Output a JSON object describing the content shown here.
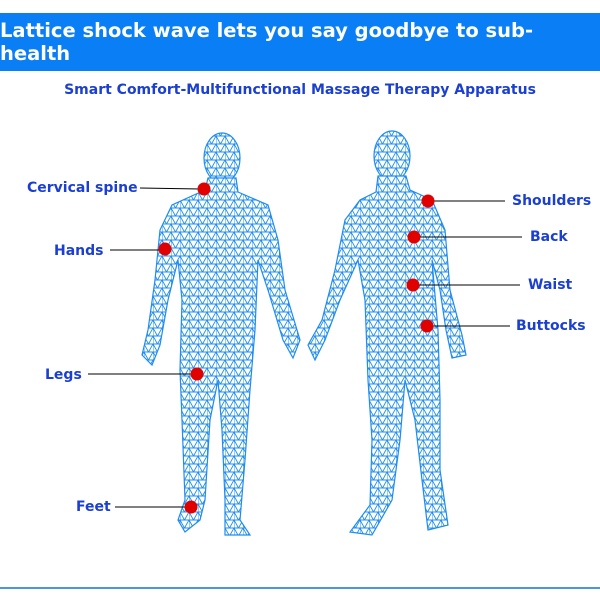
{
  "banner": {
    "title": "Lattice shock wave lets you say goodbye to sub-health"
  },
  "subtitle": "Smart Comfort-Multifunctional Massage Therapy Apparatus",
  "front_points": [
    "Cervical spine",
    "Hands",
    "Legs",
    "Feet"
  ],
  "back_points": [
    "Shoulders",
    "Back",
    "Waist",
    "Buttocks"
  ],
  "colors": {
    "banner": "#0a7ef5",
    "text": "#1b3fd1",
    "mesh": "#1e8cf0",
    "dot": "#e00000"
  }
}
